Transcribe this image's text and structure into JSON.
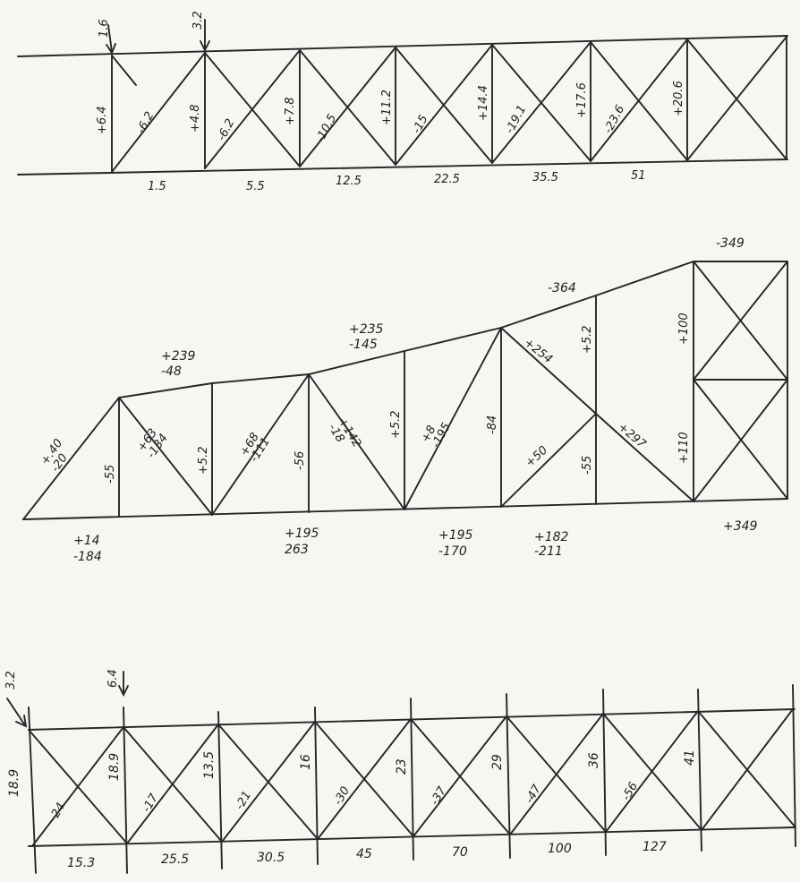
{
  "truss_top": {
    "loads": [
      "1.6",
      "3.2"
    ],
    "verticals": [
      "+6.4",
      "+4.8",
      "+7.8",
      "+11.2",
      "+14.4",
      "+17.6",
      "+20.6"
    ],
    "diagonals": [
      "-6.2",
      "-6.2",
      "-10.5",
      "-15",
      "-19.1",
      "-23.6"
    ],
    "bottom_chord": [
      "1.5",
      "5.5",
      "12.5",
      "22.5",
      "35.5",
      "51"
    ]
  },
  "truss_middle": {
    "top_chord": [
      "+.40\n-20",
      "+239\n-48",
      "+235\n-145",
      "-364",
      "-349"
    ],
    "verticals": [
      "-55",
      "+5.2",
      "-56",
      "+5.2",
      "-84",
      "+5.2",
      "-55",
      "+100",
      "+110"
    ],
    "diagonals": [
      "+63\n-134",
      "+68\n-111",
      "+142\n-18",
      "+8\n-195",
      "+254",
      "+50",
      "+297"
    ],
    "bottom_chord": [
      "+14\n-184",
      "+195\n263",
      "+195\n-170",
      "+182\n-211",
      "+349"
    ]
  },
  "truss_bottom": {
    "loads": [
      "3.2",
      "6.4"
    ],
    "verticals": [
      "18.9",
      "18.9",
      "13.5",
      "16",
      "23",
      "29",
      "36",
      "41"
    ],
    "diagonals": [
      "-24",
      "-17",
      "-21",
      "-30",
      "-37",
      "-47",
      "-56"
    ],
    "bottom_chord": [
      "15.3",
      "25.5",
      "30.5",
      "45",
      "70",
      "100",
      "127"
    ]
  }
}
